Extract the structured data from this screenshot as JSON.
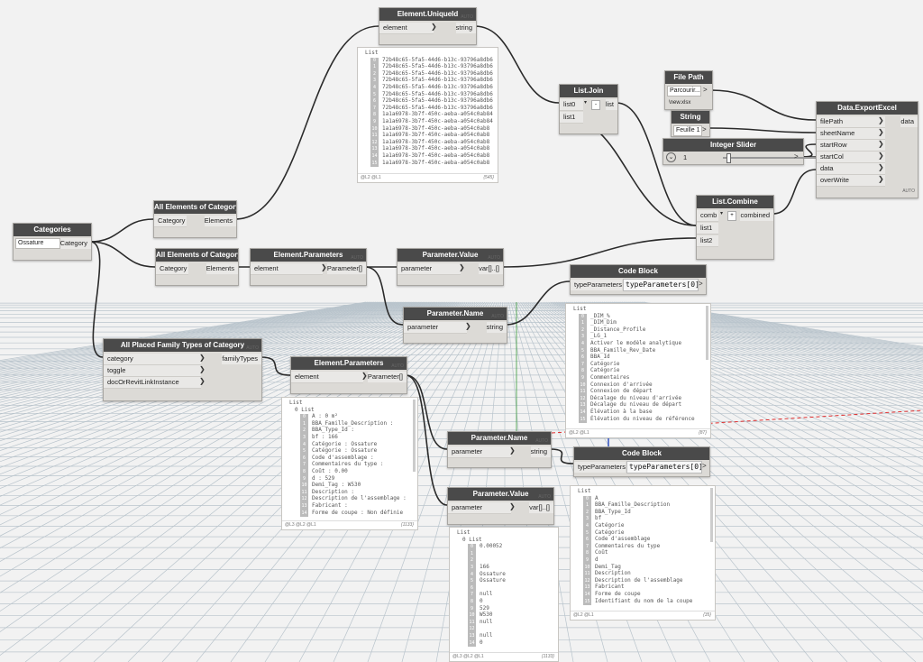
{
  "nodes": {
    "categories": {
      "title": "Categories",
      "dropdown_value": "Ossature",
      "output": "Category"
    },
    "all_elements_1": {
      "title": "All Elements of Category",
      "input": "Category",
      "output": "Elements"
    },
    "all_elements_2": {
      "title": "All Elements of Category",
      "input": "Category",
      "output": "Elements"
    },
    "unique_id": {
      "title": "Element.UniqueId",
      "input": "element",
      "output": "string",
      "auto": "AUTO"
    },
    "elem_params_1": {
      "title": "Element.Parameters",
      "input": "element",
      "output": "Parameter[]",
      "auto": "AUTO"
    },
    "param_value_1": {
      "title": "Parameter.Value",
      "input": "parameter",
      "output": "var[]..[]",
      "auto": "AUTO"
    },
    "param_name_1": {
      "title": "Parameter.Name",
      "input": "parameter",
      "output": "string",
      "auto": "AUTO"
    },
    "placed_family": {
      "title": "All Placed Family Types of Category",
      "inputs": [
        "category",
        "toggle",
        "docOrRevitLinkInstance"
      ],
      "output": "familyTypes",
      "auto": "AUTO"
    },
    "elem_params_2": {
      "title": "Element.Parameters",
      "input": "element",
      "output": "Parameter[]",
      "auto": "AUTO"
    },
    "param_name_2": {
      "title": "Parameter.Name",
      "input": "parameter",
      "output": "string",
      "auto": "AUTO"
    },
    "param_value_2": {
      "title": "Parameter.Value",
      "input": "parameter",
      "output": "var[]..[]",
      "auto": "AUTO"
    },
    "list_join": {
      "title": "List.Join",
      "inputs": [
        "list0",
        "list1"
      ],
      "output": "list",
      "plus": "+",
      "minus": "-"
    },
    "list_combine": {
      "title": "List.Combine",
      "inputs": [
        "comb",
        "list1",
        "list2"
      ],
      "output": "combined",
      "plus": "+",
      "minus": "-"
    },
    "file_path": {
      "title": "File Path",
      "value_top": "Parcourir...",
      "value_bottom": "\\new.xlsx"
    },
    "string_node": {
      "title": "String",
      "value": "Feuille 1"
    },
    "integer_slider": {
      "title": "Integer Slider",
      "value": "1"
    },
    "export_excel": {
      "title": "Data.ExportExcel",
      "inputs": [
        "filePath",
        "sheetName",
        "startRow",
        "startCol",
        "data",
        "overWrite"
      ],
      "output": "data",
      "auto": "AUTO"
    },
    "code_block_1": {
      "title": "Code Block",
      "input": "typeParameters",
      "code": "typeParameters[0];"
    },
    "code_block_2": {
      "title": "Code Block",
      "input": "typeParameters",
      "code": "typeParameters[0];"
    }
  },
  "watches": {
    "uid": {
      "header": "List",
      "items": [
        {
          "i": "0",
          "v": "72b48c65-5fa5-44d6-b13c-93796a8db6"
        },
        {
          "i": "1",
          "v": "72b48c65-5fa5-44d6-b13c-93796a8db6"
        },
        {
          "i": "2",
          "v": "72b48c65-5fa5-44d6-b13c-93796a8db6"
        },
        {
          "i": "3",
          "v": "72b48c65-5fa5-44d6-b13c-93796a8db6"
        },
        {
          "i": "4",
          "v": "72b48c65-5fa5-44d6-b13c-93796a8db6"
        },
        {
          "i": "5",
          "v": "72b48c65-5fa5-44d6-b13c-93796a8db6"
        },
        {
          "i": "6",
          "v": "72b48c65-5fa5-44d6-b13c-93796a8db6"
        },
        {
          "i": "7",
          "v": "72b48c65-5fa5-44d6-b13c-93796a8db6"
        },
        {
          "i": "8",
          "v": "1a1a6978-3b7f-450c-aeba-a054c0ab84"
        },
        {
          "i": "9",
          "v": "1a1a6978-3b7f-450c-aeba-a054c0ab84"
        },
        {
          "i": "10",
          "v": "1a1a6978-3b7f-450c-aeba-a054c0ab8"
        },
        {
          "i": "11",
          "v": "1a1a6978-3b7f-450c-aeba-a054c0ab8"
        },
        {
          "i": "12",
          "v": "1a1a6978-3b7f-450c-aeba-a054c0ab8"
        },
        {
          "i": "13",
          "v": "1a1a6978-3b7f-450c-aeba-a054c0ab8"
        },
        {
          "i": "14",
          "v": "1a1a6978-3b7f-450c-aeba-a054c0ab8"
        },
        {
          "i": "15",
          "v": "1a1a6978-3b7f-450c-aeba-a054c0ab8"
        }
      ],
      "levels": "@L2 @L1",
      "count": "{545}"
    },
    "cb1": {
      "header": "List",
      "items": [
        {
          "i": "0",
          "v": "_DIM_%"
        },
        {
          "i": "1",
          "v": "_DIM_Dim"
        },
        {
          "i": "2",
          "v": "_Distance_Profile"
        },
        {
          "i": "3",
          "v": "_LG_1"
        },
        {
          "i": "4",
          "v": "Activer le modèle analytique"
        },
        {
          "i": "5",
          "v": "BBA_Famille_Rev_Date"
        },
        {
          "i": "6",
          "v": "BBA_Id"
        },
        {
          "i": "7",
          "v": "Catégorie"
        },
        {
          "i": "8",
          "v": "Catégorie"
        },
        {
          "i": "9",
          "v": "Commentaires"
        },
        {
          "i": "10",
          "v": "Connexion d'arrivée"
        },
        {
          "i": "11",
          "v": "Connexion de départ"
        },
        {
          "i": "12",
          "v": "Décalage du niveau d'arrivée"
        },
        {
          "i": "13",
          "v": "Décalage du niveau de départ"
        },
        {
          "i": "14",
          "v": "Élévation à la base"
        },
        {
          "i": "15",
          "v": "Élévation du niveau de référence"
        }
      ],
      "levels": "@L2 @L1",
      "count": "{87}"
    },
    "ep2": {
      "header": "List",
      "sub": "0 List",
      "items": [
        {
          "i": "0",
          "v": "A : 0 m²"
        },
        {
          "i": "1",
          "v": "BBA_Famille_Description :"
        },
        {
          "i": "2",
          "v": "BBA_Type_Id :"
        },
        {
          "i": "3",
          "v": "bf : 166"
        },
        {
          "i": "4",
          "v": "Catégorie : Ossature"
        },
        {
          "i": "5",
          "v": "Catégorie : Ossature"
        },
        {
          "i": "6",
          "v": "Code d'assemblage :"
        },
        {
          "i": "7",
          "v": "Commentaires du type :"
        },
        {
          "i": "8",
          "v": "Coût : 0.00"
        },
        {
          "i": "9",
          "v": "d : 529"
        },
        {
          "i": "10",
          "v": "Demi_Tag : W530"
        },
        {
          "i": "11",
          "v": "Description :"
        },
        {
          "i": "12",
          "v": "Description de l'assemblage :"
        },
        {
          "i": "13",
          "v": "Fabricant :"
        },
        {
          "i": "14",
          "v": "Forme de coupe : Non définie"
        }
      ],
      "levels": "@L3 @L2 @L1",
      "count": "{1133}"
    },
    "pv2": {
      "header": "List",
      "sub": "0 List",
      "items": [
        {
          "i": "0",
          "v": "0.00052"
        },
        {
          "i": "1",
          "v": ""
        },
        {
          "i": "2",
          "v": ""
        },
        {
          "i": "3",
          "v": "166"
        },
        {
          "i": "4",
          "v": "Ossature"
        },
        {
          "i": "5",
          "v": "Ossature"
        },
        {
          "i": "6",
          "v": ""
        },
        {
          "i": "7",
          "v": "null"
        },
        {
          "i": "8",
          "v": "0"
        },
        {
          "i": "9",
          "v": "529"
        },
        {
          "i": "10",
          "v": "W530"
        },
        {
          "i": "11",
          "v": "null"
        },
        {
          "i": "12",
          "v": ""
        },
        {
          "i": "13",
          "v": "null"
        },
        {
          "i": "14",
          "v": "0"
        }
      ],
      "levels": "@L3 @L2 @L1",
      "count": "{1133}"
    },
    "cb2": {
      "header": "List",
      "items": [
        {
          "i": "0",
          "v": "A"
        },
        {
          "i": "1",
          "v": "BBA_Famille_Description"
        },
        {
          "i": "2",
          "v": "BBA_Type_Id"
        },
        {
          "i": "3",
          "v": "bf"
        },
        {
          "i": "4",
          "v": "Catégorie"
        },
        {
          "i": "5",
          "v": "Catégorie"
        },
        {
          "i": "6",
          "v": "Code d'assemblage"
        },
        {
          "i": "7",
          "v": "Commentaires du type"
        },
        {
          "i": "8",
          "v": "Coût"
        },
        {
          "i": "9",
          "v": "d"
        },
        {
          "i": "10",
          "v": "Demi_Tag"
        },
        {
          "i": "11",
          "v": "Description"
        },
        {
          "i": "12",
          "v": "Description de l'assemblage"
        },
        {
          "i": "13",
          "v": "Fabricant"
        },
        {
          "i": "14",
          "v": "Forme de coupe"
        },
        {
          "i": "15",
          "v": "Identifiant du nom de la coupe"
        }
      ],
      "levels": "@L2 @L1",
      "count": "{35}"
    }
  },
  "colors": {
    "header": "#4a4a4a",
    "body": "#dcdad6",
    "wire": "#2b2b2b",
    "grid": "#b9c4cc",
    "axis_red": "#e03030",
    "axis_green": "#3a9a3a",
    "axis_blue": "#3050c0"
  }
}
